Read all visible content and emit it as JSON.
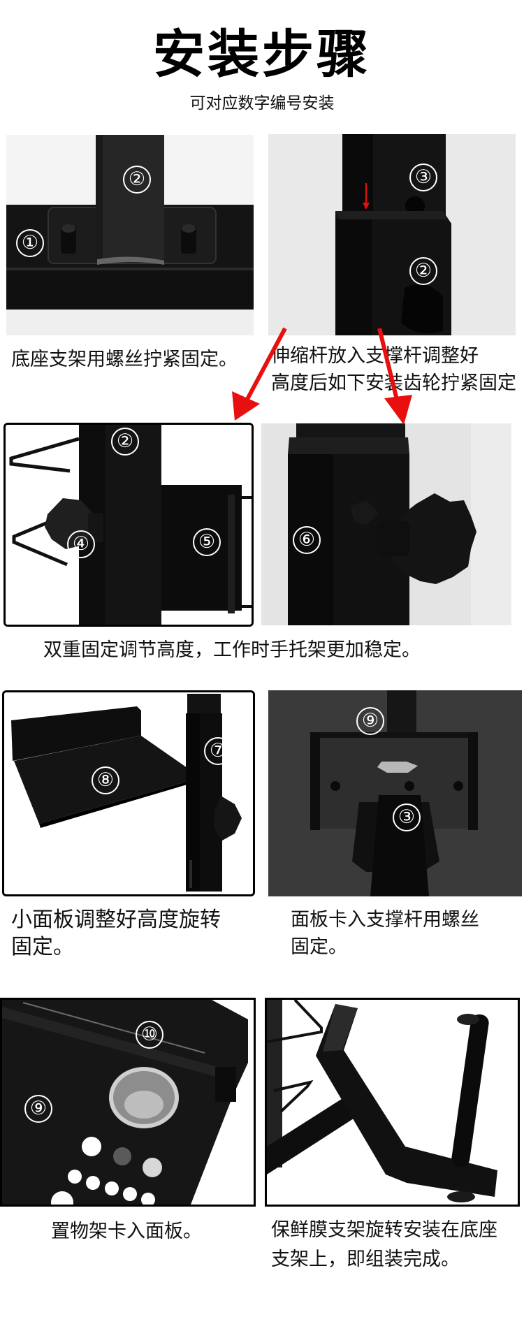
{
  "header": {
    "title": "安装步骤",
    "subtitle": "可对应数字编号安装"
  },
  "colors": {
    "arrow": "#e8100f",
    "panel_dark_bg": "#3b3b3b",
    "photo_bg_light": "#ececec",
    "metal_black": "#111111"
  },
  "steps": [
    {
      "id": "step-1",
      "labels": [
        "①",
        "②"
      ],
      "caption_lines": [
        "底座支架用螺丝拧紧固定。"
      ]
    },
    {
      "id": "step-2",
      "labels": [
        "③",
        "②"
      ],
      "caption_lines": [
        "伸缩杆放入支撑杆调整好",
        "高度后如下安装齿轮拧紧固定"
      ]
    },
    {
      "id": "step-3",
      "labels": [
        "②",
        "④",
        "⑤"
      ],
      "caption_lines": []
    },
    {
      "id": "step-4",
      "labels": [
        "⑥"
      ],
      "caption_lines": []
    },
    {
      "id": "step-3-4-shared",
      "caption_lines": [
        "双重固定调节高度，工作时手托架更加稳定。"
      ]
    },
    {
      "id": "step-5",
      "labels": [
        "⑧",
        "⑦"
      ],
      "caption_lines": [
        "小面板调整好高度旋转",
        "固定。"
      ]
    },
    {
      "id": "step-6",
      "labels": [
        "⑨",
        "③"
      ],
      "caption_lines": [
        "面板卡入支撑杆用螺丝",
        "固定。"
      ]
    },
    {
      "id": "step-7",
      "labels": [
        "⑩",
        "⑨"
      ],
      "caption_lines": [
        "置物架卡入面板。"
      ]
    },
    {
      "id": "step-8",
      "labels": [],
      "caption_lines": [
        "保鲜膜支架旋转安装在底座",
        "支架上，即组装完成。"
      ]
    }
  ]
}
